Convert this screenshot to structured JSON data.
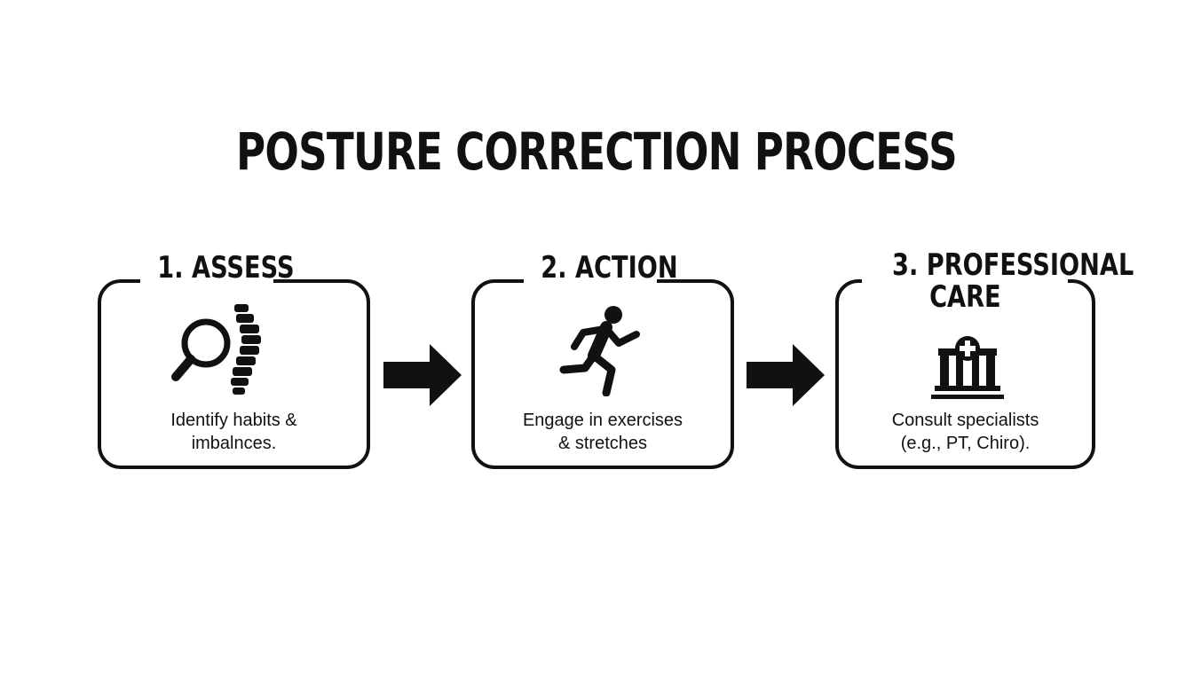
{
  "title": "POSTURE CORRECTION PROCESS",
  "steps": [
    {
      "label": "1. ASSESS",
      "label_lines": [
        "1. ASSESS"
      ],
      "description_lines": [
        "Identify habits &",
        "imbalnces."
      ],
      "icon": "magnifier-spine-icon"
    },
    {
      "label": "2. ACTION",
      "label_lines": [
        "2. ACTION"
      ],
      "description_lines": [
        "Engage in exercises",
        "& stretches"
      ],
      "icon": "running-person-icon"
    },
    {
      "label": "3. PROFESSIONAL CARE",
      "label_lines": [
        "3. PROFESSIONAL",
        "CARE"
      ],
      "description_lines": [
        "Consult specialists",
        "(e.g., PT, Chiro)."
      ],
      "icon": "medical-building-icon"
    }
  ],
  "connectors": [
    "arrow-right-icon",
    "arrow-right-icon"
  ],
  "colors": {
    "ink": "#111111",
    "background": "#ffffff"
  }
}
